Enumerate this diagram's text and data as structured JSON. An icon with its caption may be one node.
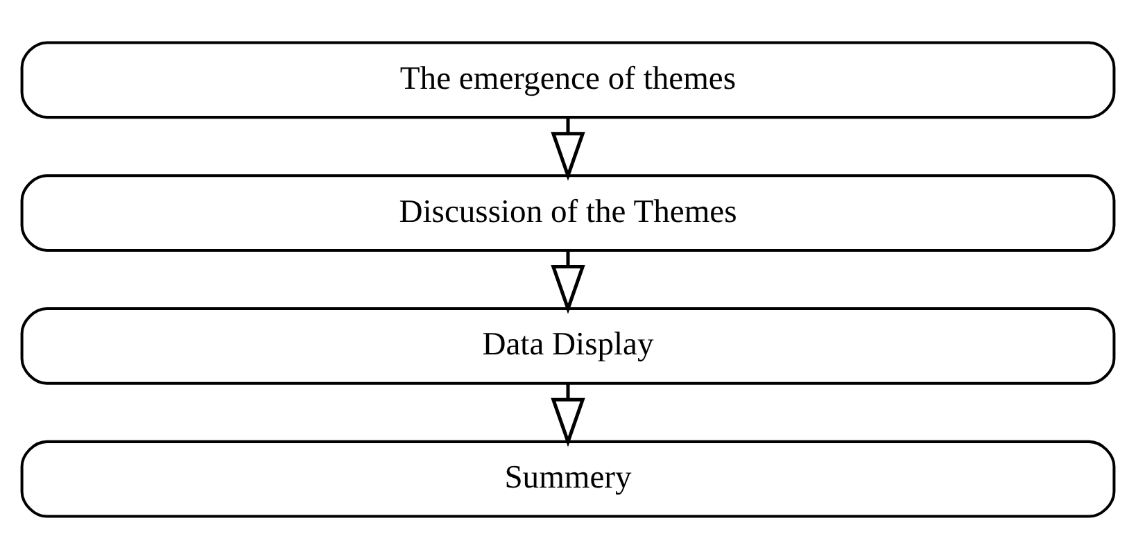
{
  "diagram": {
    "nodes": [
      {
        "text": [
          "The emergence of themes"
        ]
      },
      {
        "text": [
          "Discussion of the Themes"
        ]
      },
      {
        "text": [
          "Data Display"
        ]
      },
      {
        "text": [
          "Summery"
        ]
      }
    ],
    "edges": [
      {
        "from": 0,
        "to": 1,
        "arrow": "to"
      },
      {
        "from": 1,
        "to": 2,
        "arrow": "to"
      },
      {
        "from": 2,
        "to": 3,
        "arrow": "to"
      }
    ]
  }
}
